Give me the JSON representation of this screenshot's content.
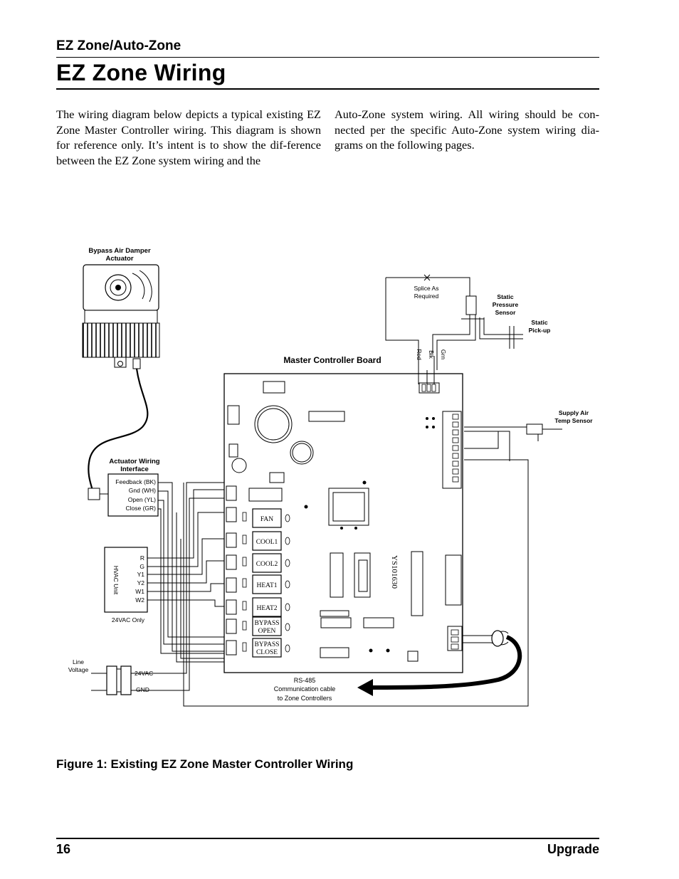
{
  "header": {
    "section": "EZ Zone/Auto-Zone",
    "title": "EZ Zone Wiring"
  },
  "intro": {
    "col1": "The wiring diagram below depicts a typical existing EZ Zone Master Controller wiring. This diagram is shown for reference only. It’s intent is to show the dif-ference between the EZ Zone system wiring and the",
    "col2": "Auto-Zone system wiring. All wiring should be con-nected  per the specific Auto-Zone system wiring  dia-grams on the following pages."
  },
  "diagram": {
    "damper": {
      "label1": "Bypass Air Damper",
      "label2": "Actuator"
    },
    "actuator_interface": {
      "label1": "Actuator Wiring",
      "label2": "Interface",
      "terminals": [
        "Feedback (BK)",
        "Gnd (WH)",
        "Open (YL)",
        "Close (GR)"
      ]
    },
    "hvac": {
      "label": "HVAC Unit",
      "terminals": [
        "R",
        "G",
        "Y1",
        "Y2",
        "W1",
        "W2"
      ],
      "note": "24VAC Only"
    },
    "line": {
      "label1": "Line",
      "label2": "Voltage",
      "vac": "24VAC",
      "gnd": "GND"
    },
    "board": {
      "title": "Master Controller Board",
      "model": "YS101630",
      "relays": [
        {
          "line1": "FAN",
          "line2": ""
        },
        {
          "line1": "COOL1",
          "line2": ""
        },
        {
          "line1": "COOL2",
          "line2": ""
        },
        {
          "line1": "HEAT1",
          "line2": ""
        },
        {
          "line1": "HEAT2",
          "line2": ""
        },
        {
          "line1": "BYPASS",
          "line2": "OPEN"
        },
        {
          "line1": "BYPASS",
          "line2": "CLOSE"
        }
      ]
    },
    "splice": {
      "line1": "Splice As",
      "line2": "Required"
    },
    "wire_colors": [
      "Red",
      "Blk",
      "Grn"
    ],
    "static_pressure": {
      "lines": [
        "Static",
        "Pressure",
        "Sensor"
      ]
    },
    "static_pickup": {
      "lines": [
        "Static",
        "Pick-up"
      ]
    },
    "supply_air": {
      "lines": [
        "Supply Air",
        "Temp Sensor"
      ]
    },
    "rs485": {
      "lines": [
        "RS-485",
        "Communication cable",
        "to Zone Controllers"
      ]
    }
  },
  "caption": "Figure 1: Existing EZ Zone Master Controller Wiring",
  "footer": {
    "page_number": "16",
    "section": "Upgrade"
  }
}
